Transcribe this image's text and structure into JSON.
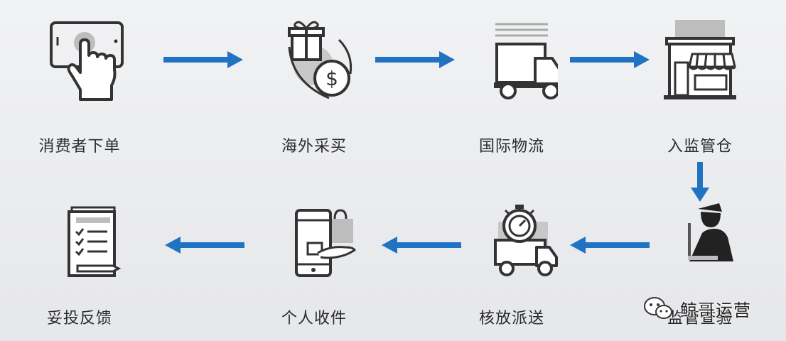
{
  "steps": [
    {
      "label": "消费者下单",
      "icon": "hand-tap-tablet-icon"
    },
    {
      "label": "海外采买",
      "icon": "gift-coin-icon"
    },
    {
      "label": "国际物流",
      "icon": "truck-icon"
    },
    {
      "label": "入监管仓",
      "icon": "warehouse-store-icon"
    },
    {
      "label": "监管查验",
      "icon": "customs-officer-icon"
    },
    {
      "label": "核放派送",
      "icon": "timer-truck-icon"
    },
    {
      "label": "个人收件",
      "icon": "phone-package-hand-icon"
    },
    {
      "label": "妥投反馈",
      "icon": "checklist-pen-icon"
    }
  ],
  "watermark": {
    "text": "鲸哥运营",
    "icon": "wechat-logo-icon"
  },
  "colors": {
    "arrow": "#1f73c2",
    "icon_stroke": "#333333",
    "icon_fill": "#bdbdbd",
    "label": "#2b2b2b"
  }
}
